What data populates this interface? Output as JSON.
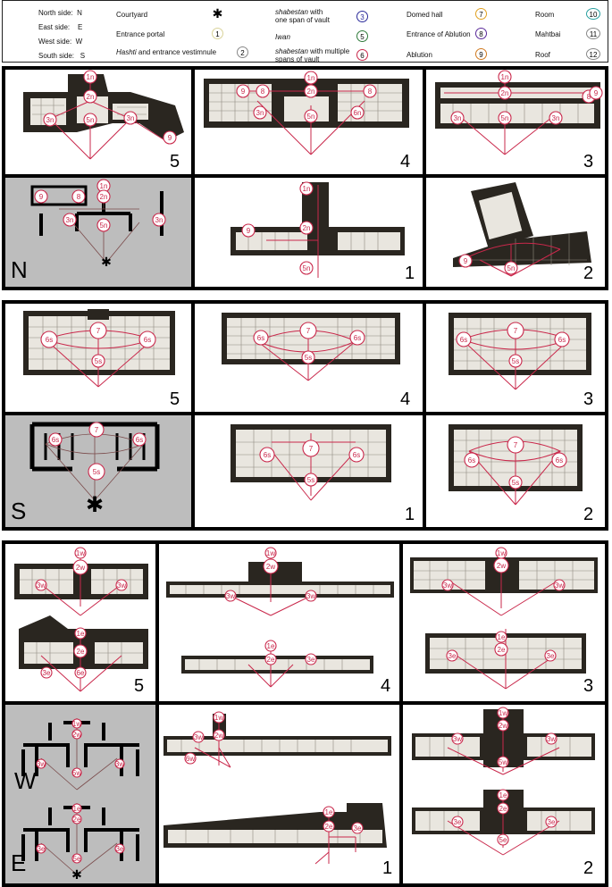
{
  "legend": {
    "sides": [
      {
        "label": "North side:",
        "code": "N"
      },
      {
        "label": "East side:",
        "code": "E"
      },
      {
        "label": "West side:",
        "code": "W"
      },
      {
        "label": "South side:",
        "code": "S"
      }
    ],
    "items": [
      {
        "label": "Courtyard",
        "symbol": "✱",
        "color": "#000000"
      },
      {
        "label": "Entrance portal",
        "symbol": "1",
        "color": "#d9d39a"
      },
      {
        "label_italic": "Hashti",
        "label": " and entrance vestimnule",
        "symbol": "2",
        "color": "#a0a0a0"
      },
      {
        "label_italic": "shabestan",
        "label": " with one span of vault",
        "symbol": "3",
        "color": "#2a2a9a"
      },
      {
        "label_italic": "Iwan",
        "label": "",
        "symbol": "5",
        "color": "#2f7a3a"
      },
      {
        "label_italic": "shabestan",
        "label": " with multiple spans of vault",
        "symbol": "6",
        "color": "#c9284b"
      },
      {
        "label": "Domed hall",
        "symbol": "7",
        "color": "#e0a020"
      },
      {
        "label": "Entrance of Ablution",
        "symbol": "8",
        "color": "#5a2a9a"
      },
      {
        "label": "Ablution",
        "symbol": "9",
        "color": "#d07a20"
      },
      {
        "label": "Room",
        "symbol": "10",
        "color": "#2aa0a0"
      },
      {
        "label": "Mahtbai",
        "symbol": "11",
        "color": "#707070"
      },
      {
        "label": "Roof",
        "symbol": "12",
        "color": "#303030"
      }
    ]
  },
  "north": {
    "letter": "N",
    "panels": [
      {
        "num": "5",
        "labels": [
          "1n",
          "2n",
          "5n",
          "3n",
          "3n",
          "9"
        ]
      },
      {
        "num": "4",
        "labels": [
          "9",
          "8",
          "2n",
          "1n",
          "8",
          "3n",
          "5n",
          "6n"
        ]
      },
      {
        "num": "3",
        "labels": [
          "1n",
          "2n",
          "8",
          "9",
          "3n",
          "5n",
          "3n"
        ]
      },
      {
        "num": "1",
        "labels": [
          "1n",
          "2n",
          "9",
          "5n"
        ]
      },
      {
        "num": "2",
        "labels": [
          "9",
          "5n"
        ]
      },
      {
        "schematic_labels": [
          "1n",
          "2n",
          "9",
          "8",
          "3n",
          "3n",
          "5n"
        ]
      }
    ]
  },
  "south": {
    "letter": "S",
    "panels": [
      {
        "num": "5",
        "labels": [
          "7",
          "6s",
          "6s",
          "5s"
        ]
      },
      {
        "num": "4",
        "labels": [
          "7",
          "6s",
          "6s",
          "5s"
        ]
      },
      {
        "num": "3",
        "labels": [
          "7",
          "6s",
          "6s",
          "5s"
        ]
      },
      {
        "num": "1",
        "labels": [
          "7",
          "6s",
          "6s",
          "5s"
        ]
      },
      {
        "num": "2",
        "labels": [
          "7",
          "6s",
          "6s",
          "5s"
        ]
      },
      {
        "schematic_labels": [
          "7",
          "6s",
          "6s",
          "5s"
        ]
      }
    ]
  },
  "westeast": {
    "letters": [
      "W",
      "E"
    ],
    "panels": [
      {
        "num": "5",
        "labels": [
          "1w",
          "2w",
          "3w",
          "3w",
          "1e",
          "2e",
          "6e",
          "3e"
        ]
      },
      {
        "num": "4",
        "labels": [
          "1w",
          "2w",
          "3w",
          "3w",
          "1e",
          "2e",
          "3e"
        ]
      },
      {
        "num": "3",
        "labels": [
          "1w",
          "2w",
          "3w",
          "3w",
          "1e",
          "2e",
          "3e",
          "3e"
        ]
      },
      {
        "num": "1",
        "labels": [
          "1w",
          "2w",
          "3w",
          "6w",
          "1e",
          "2e",
          "3e"
        ]
      },
      {
        "num": "2",
        "labels": [
          "1w",
          "2w",
          "3w",
          "3w",
          "5w",
          "1e",
          "2e",
          "3e",
          "3e",
          "5e"
        ]
      },
      {
        "schematic_labels": [
          "1w",
          "2w",
          "3w",
          "3w",
          "5w",
          "1e",
          "2e",
          "3e",
          "3e",
          "5e"
        ]
      }
    ]
  }
}
